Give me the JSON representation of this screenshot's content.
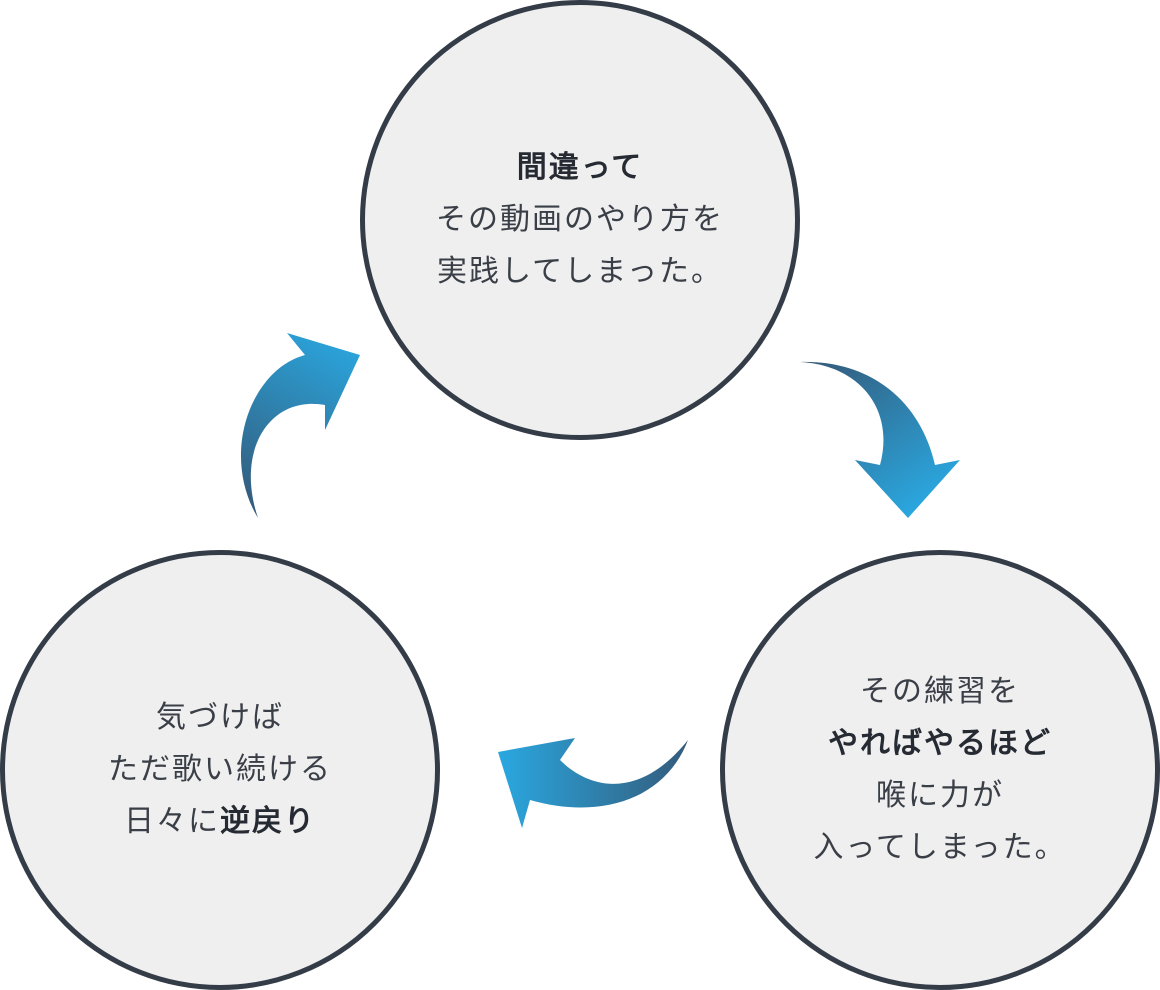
{
  "colors": {
    "circle_fill": "#efefef",
    "circle_border": "#343c48",
    "arrow_dark": "#345a7a",
    "arrow_light": "#2aa7df",
    "text": "#3a3f47"
  },
  "cycle": {
    "top": {
      "line1_bold": "間違って",
      "line2": "その動画のやり方を",
      "line3": "実践してしまった。"
    },
    "right": {
      "line1": "その練習を",
      "line2_bold": "やればやるほど",
      "line3": "喉に力が",
      "line4": "入ってしまった。"
    },
    "left": {
      "line1": "気づけば",
      "line2": "ただ歌い続ける",
      "line3_prefix": "日々に",
      "line3_bold": "逆戻り"
    }
  },
  "arrows": [
    {
      "from": "top",
      "to": "right",
      "icon": "curved-arrow-icon"
    },
    {
      "from": "right",
      "to": "left",
      "icon": "curved-arrow-icon"
    },
    {
      "from": "left",
      "to": "top",
      "icon": "curved-arrow-icon"
    }
  ]
}
